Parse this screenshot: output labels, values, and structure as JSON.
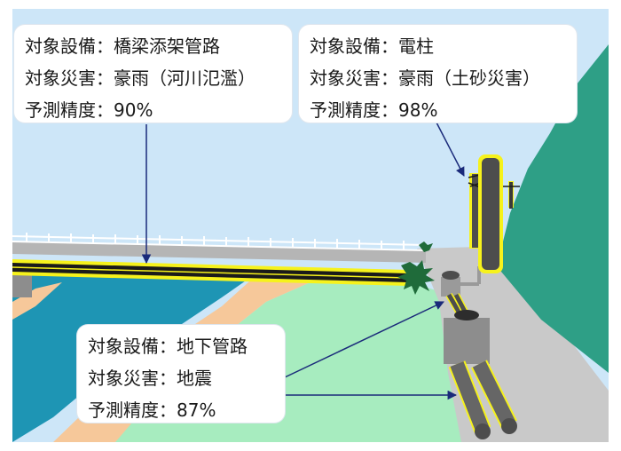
{
  "callouts": {
    "bridge": {
      "facility": "対象設備：橋梁添架管路",
      "disaster": "対象災害：豪雨（河川氾濫）",
      "accuracy": "予測精度：90%"
    },
    "pole": {
      "facility": "対象設備：電柱",
      "disaster": "対象災害：豪雨（土砂災害）",
      "accuracy": "予測精度：98%"
    },
    "underground": {
      "facility": "対象設備：地下管路",
      "disaster": "対象災害：地震",
      "accuracy": "予測精度：87%"
    }
  },
  "colors": {
    "sky": "#cde6f8",
    "river": "#1e95b4",
    "grass": "#a7ecbf",
    "mountain": "#2e9f86",
    "road": "#c9c9c9",
    "highlight": "#f6f21c",
    "pipe": "#4d4d4d",
    "arrow": "#1a2a7a"
  }
}
